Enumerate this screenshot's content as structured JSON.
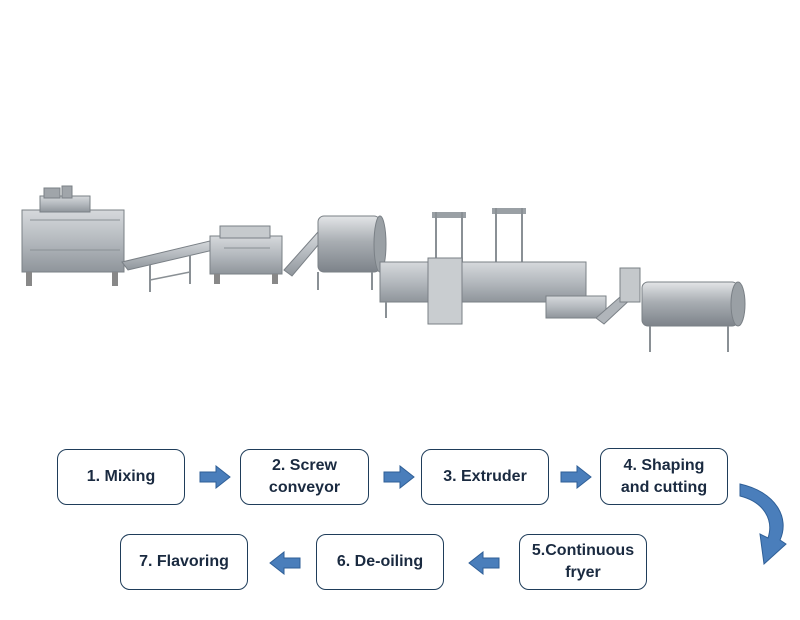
{
  "colors": {
    "box_border": "#1f3d5a",
    "box_text": "#1a2a40",
    "arrow_fill": "#4a7ebb",
    "arrow_stroke": "#2f5f97",
    "machine_steel": "#b9bec3"
  },
  "icons": [
    "arrow-right-icon",
    "arrow-left-icon",
    "curved-arrow-down-icon"
  ],
  "process": {
    "steps": [
      {
        "label": "1. Mixing"
      },
      {
        "label": "2. Screw\nconveyor"
      },
      {
        "label": "3. Extruder"
      },
      {
        "label": "4. Shaping\nand cutting"
      },
      {
        "label": "5.Continuous\nfryer"
      },
      {
        "label": "6. De-oiling"
      },
      {
        "label": "7. Flavoring"
      }
    ]
  }
}
